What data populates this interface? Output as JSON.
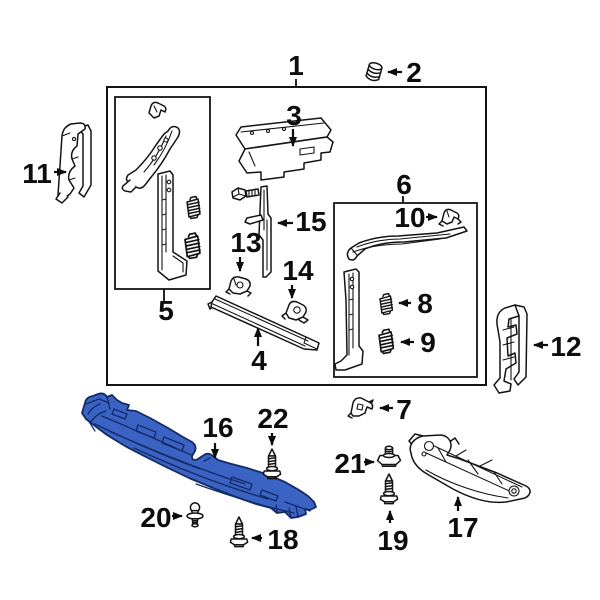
{
  "diagram": {
    "type": "exploded-parts-diagram",
    "highlighted_callout": "16",
    "colors": {
      "background": "#ffffff",
      "line": "#141414",
      "highlight_fill": "#3b63c4",
      "highlight_line": "#132a66"
    },
    "callouts": [
      {
        "id": "1",
        "label": "1"
      },
      {
        "id": "2",
        "label": "2"
      },
      {
        "id": "3",
        "label": "3"
      },
      {
        "id": "4",
        "label": "4"
      },
      {
        "id": "5",
        "label": "5"
      },
      {
        "id": "6",
        "label": "6"
      },
      {
        "id": "7",
        "label": "7"
      },
      {
        "id": "8",
        "label": "8"
      },
      {
        "id": "9",
        "label": "9"
      },
      {
        "id": "10",
        "label": "10"
      },
      {
        "id": "11",
        "label": "11"
      },
      {
        "id": "12",
        "label": "12"
      },
      {
        "id": "13",
        "label": "13"
      },
      {
        "id": "14",
        "label": "14"
      },
      {
        "id": "15",
        "label": "15"
      },
      {
        "id": "16",
        "label": "16"
      },
      {
        "id": "17",
        "label": "17"
      },
      {
        "id": "18",
        "label": "18"
      },
      {
        "id": "19",
        "label": "19"
      },
      {
        "id": "20",
        "label": "20"
      },
      {
        "id": "21",
        "label": "21"
      },
      {
        "id": "22",
        "label": "22"
      }
    ]
  }
}
